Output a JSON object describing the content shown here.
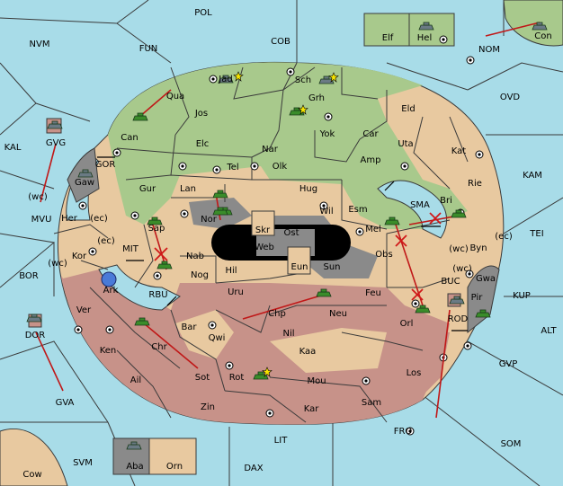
{
  "title": "",
  "sea_regions": [
    {
      "id": "POL",
      "label": "POL"
    },
    {
      "id": "NVM",
      "label": "NVM"
    },
    {
      "id": "FUN",
      "label": "FUN"
    },
    {
      "id": "COB",
      "label": "COB"
    },
    {
      "id": "NOM",
      "label": "NOM"
    },
    {
      "id": "OVD",
      "label": "OVD"
    },
    {
      "id": "KAL",
      "label": "KAL"
    },
    {
      "id": "KAM",
      "label": "KAM"
    },
    {
      "id": "MVU",
      "label": "MVU"
    },
    {
      "id": "TEI",
      "label": "TEI"
    },
    {
      "id": "BOR",
      "label": "BOR"
    },
    {
      "id": "KUP",
      "label": "KUP"
    },
    {
      "id": "ALT",
      "label": "ALT"
    },
    {
      "id": "GVP",
      "label": "GVP"
    },
    {
      "id": "GVA",
      "label": "GVA"
    },
    {
      "id": "FRO",
      "label": "FRO"
    },
    {
      "id": "SOM",
      "label": "SOM"
    },
    {
      "id": "LIT",
      "label": "LIT"
    },
    {
      "id": "SVM",
      "label": "SVM"
    },
    {
      "id": "DAX",
      "label": "DAX"
    },
    {
      "id": "GOR",
      "label": "GOR"
    },
    {
      "id": "MIT",
      "label": "MIT"
    },
    {
      "id": "RBU",
      "label": "RBU"
    },
    {
      "id": "SMA",
      "label": "SMA"
    },
    {
      "id": "BUC",
      "label": "BUC"
    },
    {
      "id": "Bor",
      "label": ""
    }
  ],
  "land_regions": [
    {
      "id": "Elf",
      "label": "Elf"
    },
    {
      "id": "Hel",
      "label": "Hel"
    },
    {
      "id": "Con",
      "label": "Con"
    },
    {
      "id": "Jad",
      "label": "Jad"
    },
    {
      "id": "Sch",
      "label": "Sch"
    },
    {
      "id": "Qua",
      "label": "Qua"
    },
    {
      "id": "Jos",
      "label": "Jos"
    },
    {
      "id": "Grh",
      "label": "Grh"
    },
    {
      "id": "Eld",
      "label": "Eld"
    },
    {
      "id": "Can",
      "label": "Can"
    },
    {
      "id": "Elc",
      "label": "Elc"
    },
    {
      "id": "Yok",
      "label": "Yok"
    },
    {
      "id": "Car",
      "label": "Car"
    },
    {
      "id": "Nar",
      "label": "Nar"
    },
    {
      "id": "Uta",
      "label": "Uta"
    },
    {
      "id": "Kat",
      "label": "Kat"
    },
    {
      "id": "Tel",
      "label": "Tel"
    },
    {
      "id": "Olk",
      "label": "Olk"
    },
    {
      "id": "Amp",
      "label": "Amp"
    },
    {
      "id": "GVG",
      "label": "GVG"
    },
    {
      "id": "Gaw",
      "label": "Gaw"
    },
    {
      "id": "Gur",
      "label": "Gur"
    },
    {
      "id": "Lan",
      "label": "Lan"
    },
    {
      "id": "Hug",
      "label": "Hug"
    },
    {
      "id": "Rie",
      "label": "Rie"
    },
    {
      "id": "Her",
      "label": "Her"
    },
    {
      "id": "Bri",
      "label": "Bri"
    },
    {
      "id": "Nor",
      "label": "Nor"
    },
    {
      "id": "Wil",
      "label": "Wil"
    },
    {
      "id": "Esm",
      "label": "Esm"
    },
    {
      "id": "Sap",
      "label": "Sap"
    },
    {
      "id": "Skr",
      "label": "Skr"
    },
    {
      "id": "Mel",
      "label": "Mel"
    },
    {
      "id": "Ost",
      "label": "Ost"
    },
    {
      "id": "Web",
      "label": "Web"
    },
    {
      "id": "Byn",
      "label": "Byn"
    },
    {
      "id": "Kor",
      "label": "Kor"
    },
    {
      "id": "Nab",
      "label": "Nab"
    },
    {
      "id": "Eun",
      "label": "Eun"
    },
    {
      "id": "Sun",
      "label": "Sun"
    },
    {
      "id": "Obs",
      "label": "Obs"
    },
    {
      "id": "Gwa",
      "label": "Gwa"
    },
    {
      "id": "Hil",
      "label": "Hil"
    },
    {
      "id": "Nog",
      "label": "Nog"
    },
    {
      "id": "Ark",
      "label": "Ark"
    },
    {
      "id": "Uru",
      "label": "Uru"
    },
    {
      "id": "Feu",
      "label": "Feu"
    },
    {
      "id": "Pir",
      "label": "Pir"
    },
    {
      "id": "Ver",
      "label": "Ver"
    },
    {
      "id": "Chp",
      "label": "Chp"
    },
    {
      "id": "Neu",
      "label": "Neu"
    },
    {
      "id": "Orl",
      "label": "Orl"
    },
    {
      "id": "Bar",
      "label": "Bar"
    },
    {
      "id": "Qwi",
      "label": "Qwi"
    },
    {
      "id": "Nil",
      "label": "Nil"
    },
    {
      "id": "DOR",
      "label": "DOR"
    },
    {
      "id": "Ken",
      "label": "Ken"
    },
    {
      "id": "Chr",
      "label": "Chr"
    },
    {
      "id": "Kaa",
      "label": "Kaa"
    },
    {
      "id": "Ail",
      "label": "Ail"
    },
    {
      "id": "Sot",
      "label": "Sot"
    },
    {
      "id": "Rot",
      "label": "Rot"
    },
    {
      "id": "Mou",
      "label": "Mou"
    },
    {
      "id": "Los",
      "label": "Los"
    },
    {
      "id": "Zin",
      "label": "Zin"
    },
    {
      "id": "Kar",
      "label": "Kar"
    },
    {
      "id": "Sam",
      "label": "Sam"
    },
    {
      "id": "Aba",
      "label": "Aba"
    },
    {
      "id": "Orn",
      "label": "Orn"
    },
    {
      "id": "Cow",
      "label": "Cow"
    },
    {
      "id": "ROD",
      "label": "ROD"
    }
  ],
  "coast_tags": {
    "her_wc": "(wc)",
    "her_ec": "(ec)",
    "kor_ec": "(ec)",
    "kor_wc": "(wc)",
    "byn_wc": "(wc)",
    "byn_ec": "(ec)",
    "gwa_wc": "(wc)"
  },
  "colors": {
    "sea": "#a8dce8",
    "green_power": "#a8c98c",
    "red_power": "#c79289",
    "neutral": "#e8c9a0",
    "impassable": "#8a8a8a",
    "order_arrow": "#c01818"
  }
}
